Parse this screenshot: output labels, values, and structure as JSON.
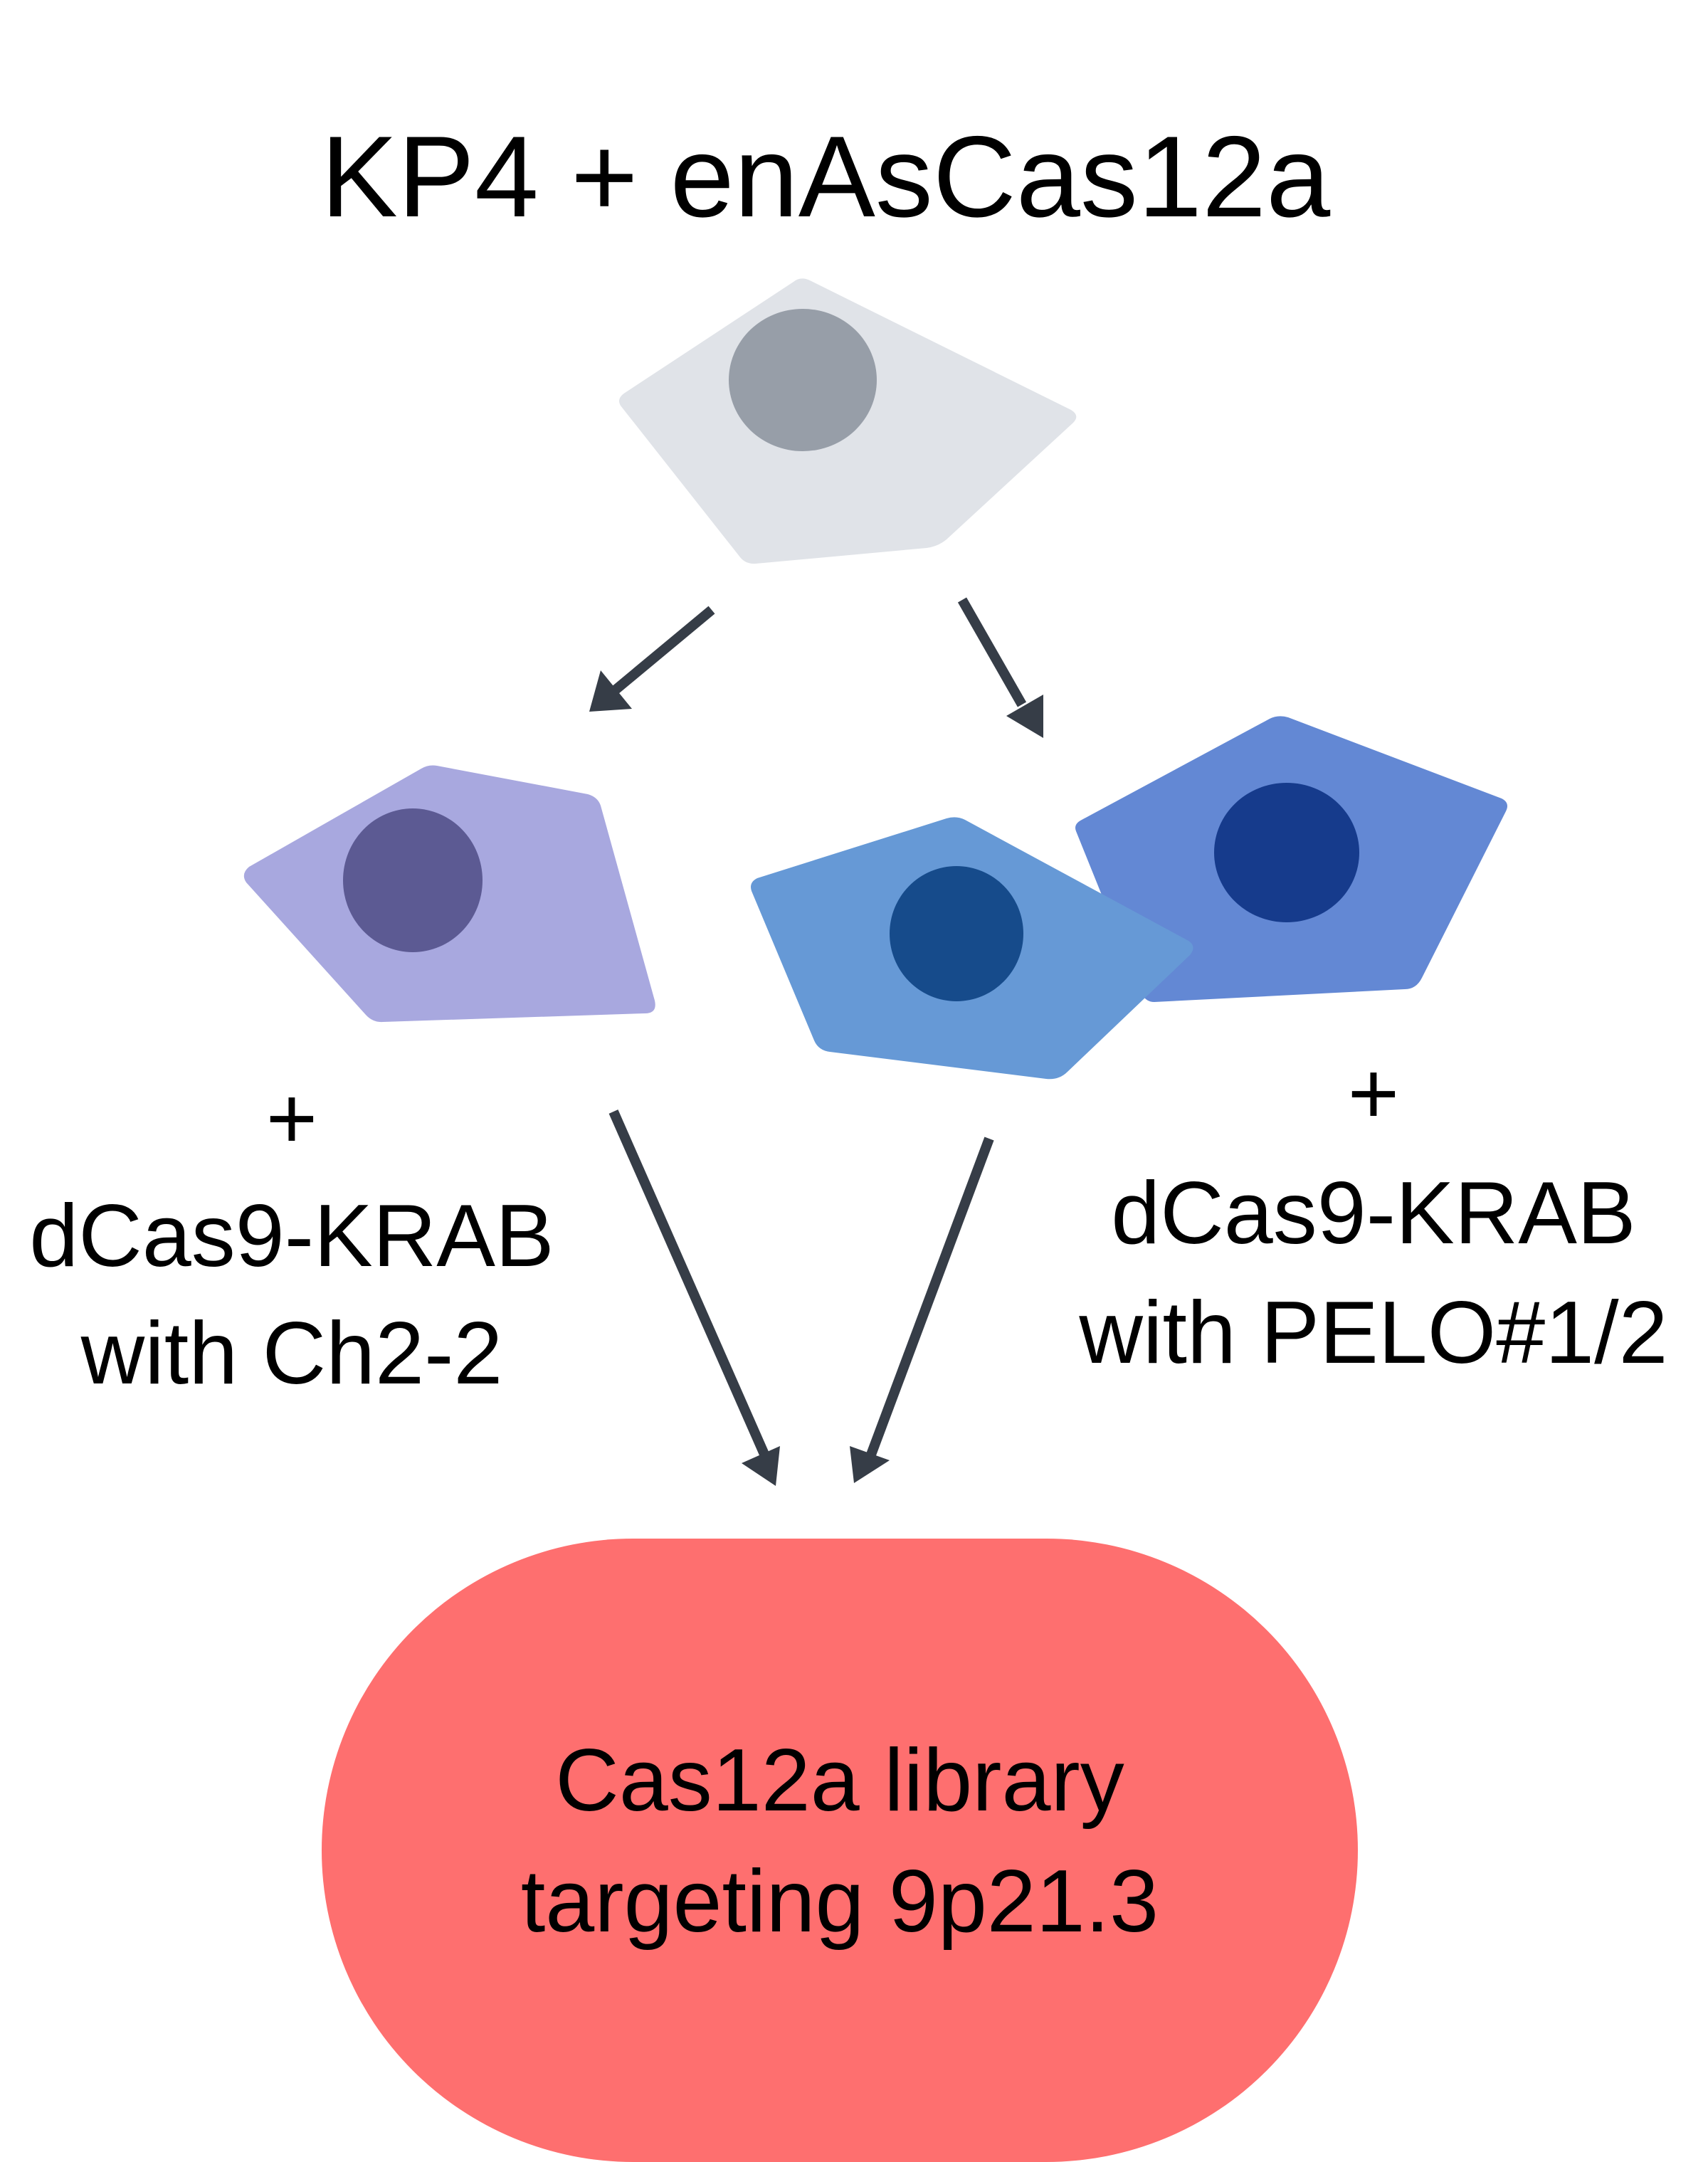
{
  "title": "KP4 + enAsCas12a",
  "left_condition": {
    "plus": "+",
    "line1": "dCas9-KRAB",
    "line2": "with Ch2-2"
  },
  "right_condition": {
    "plus": "+",
    "line1": "dCas9-KRAB",
    "line2": "with PELO#1/2"
  },
  "library": {
    "line1": "Cas12a library",
    "line2": "targeting 9p21.3"
  },
  "colors": {
    "parent_cell": "#e0e3e8",
    "parent_nucleus": "#979ea8",
    "left_cell": "#a8a8df",
    "left_nucleus": "#5c5a93",
    "right_cell_back": "#6388d4",
    "right_nucleus_back": "#163b8c",
    "right_cell_front": "#6699d6",
    "right_nucleus_front": "#164b8b",
    "arrow": "#363d47",
    "library_pill": "#fe6f6f"
  }
}
